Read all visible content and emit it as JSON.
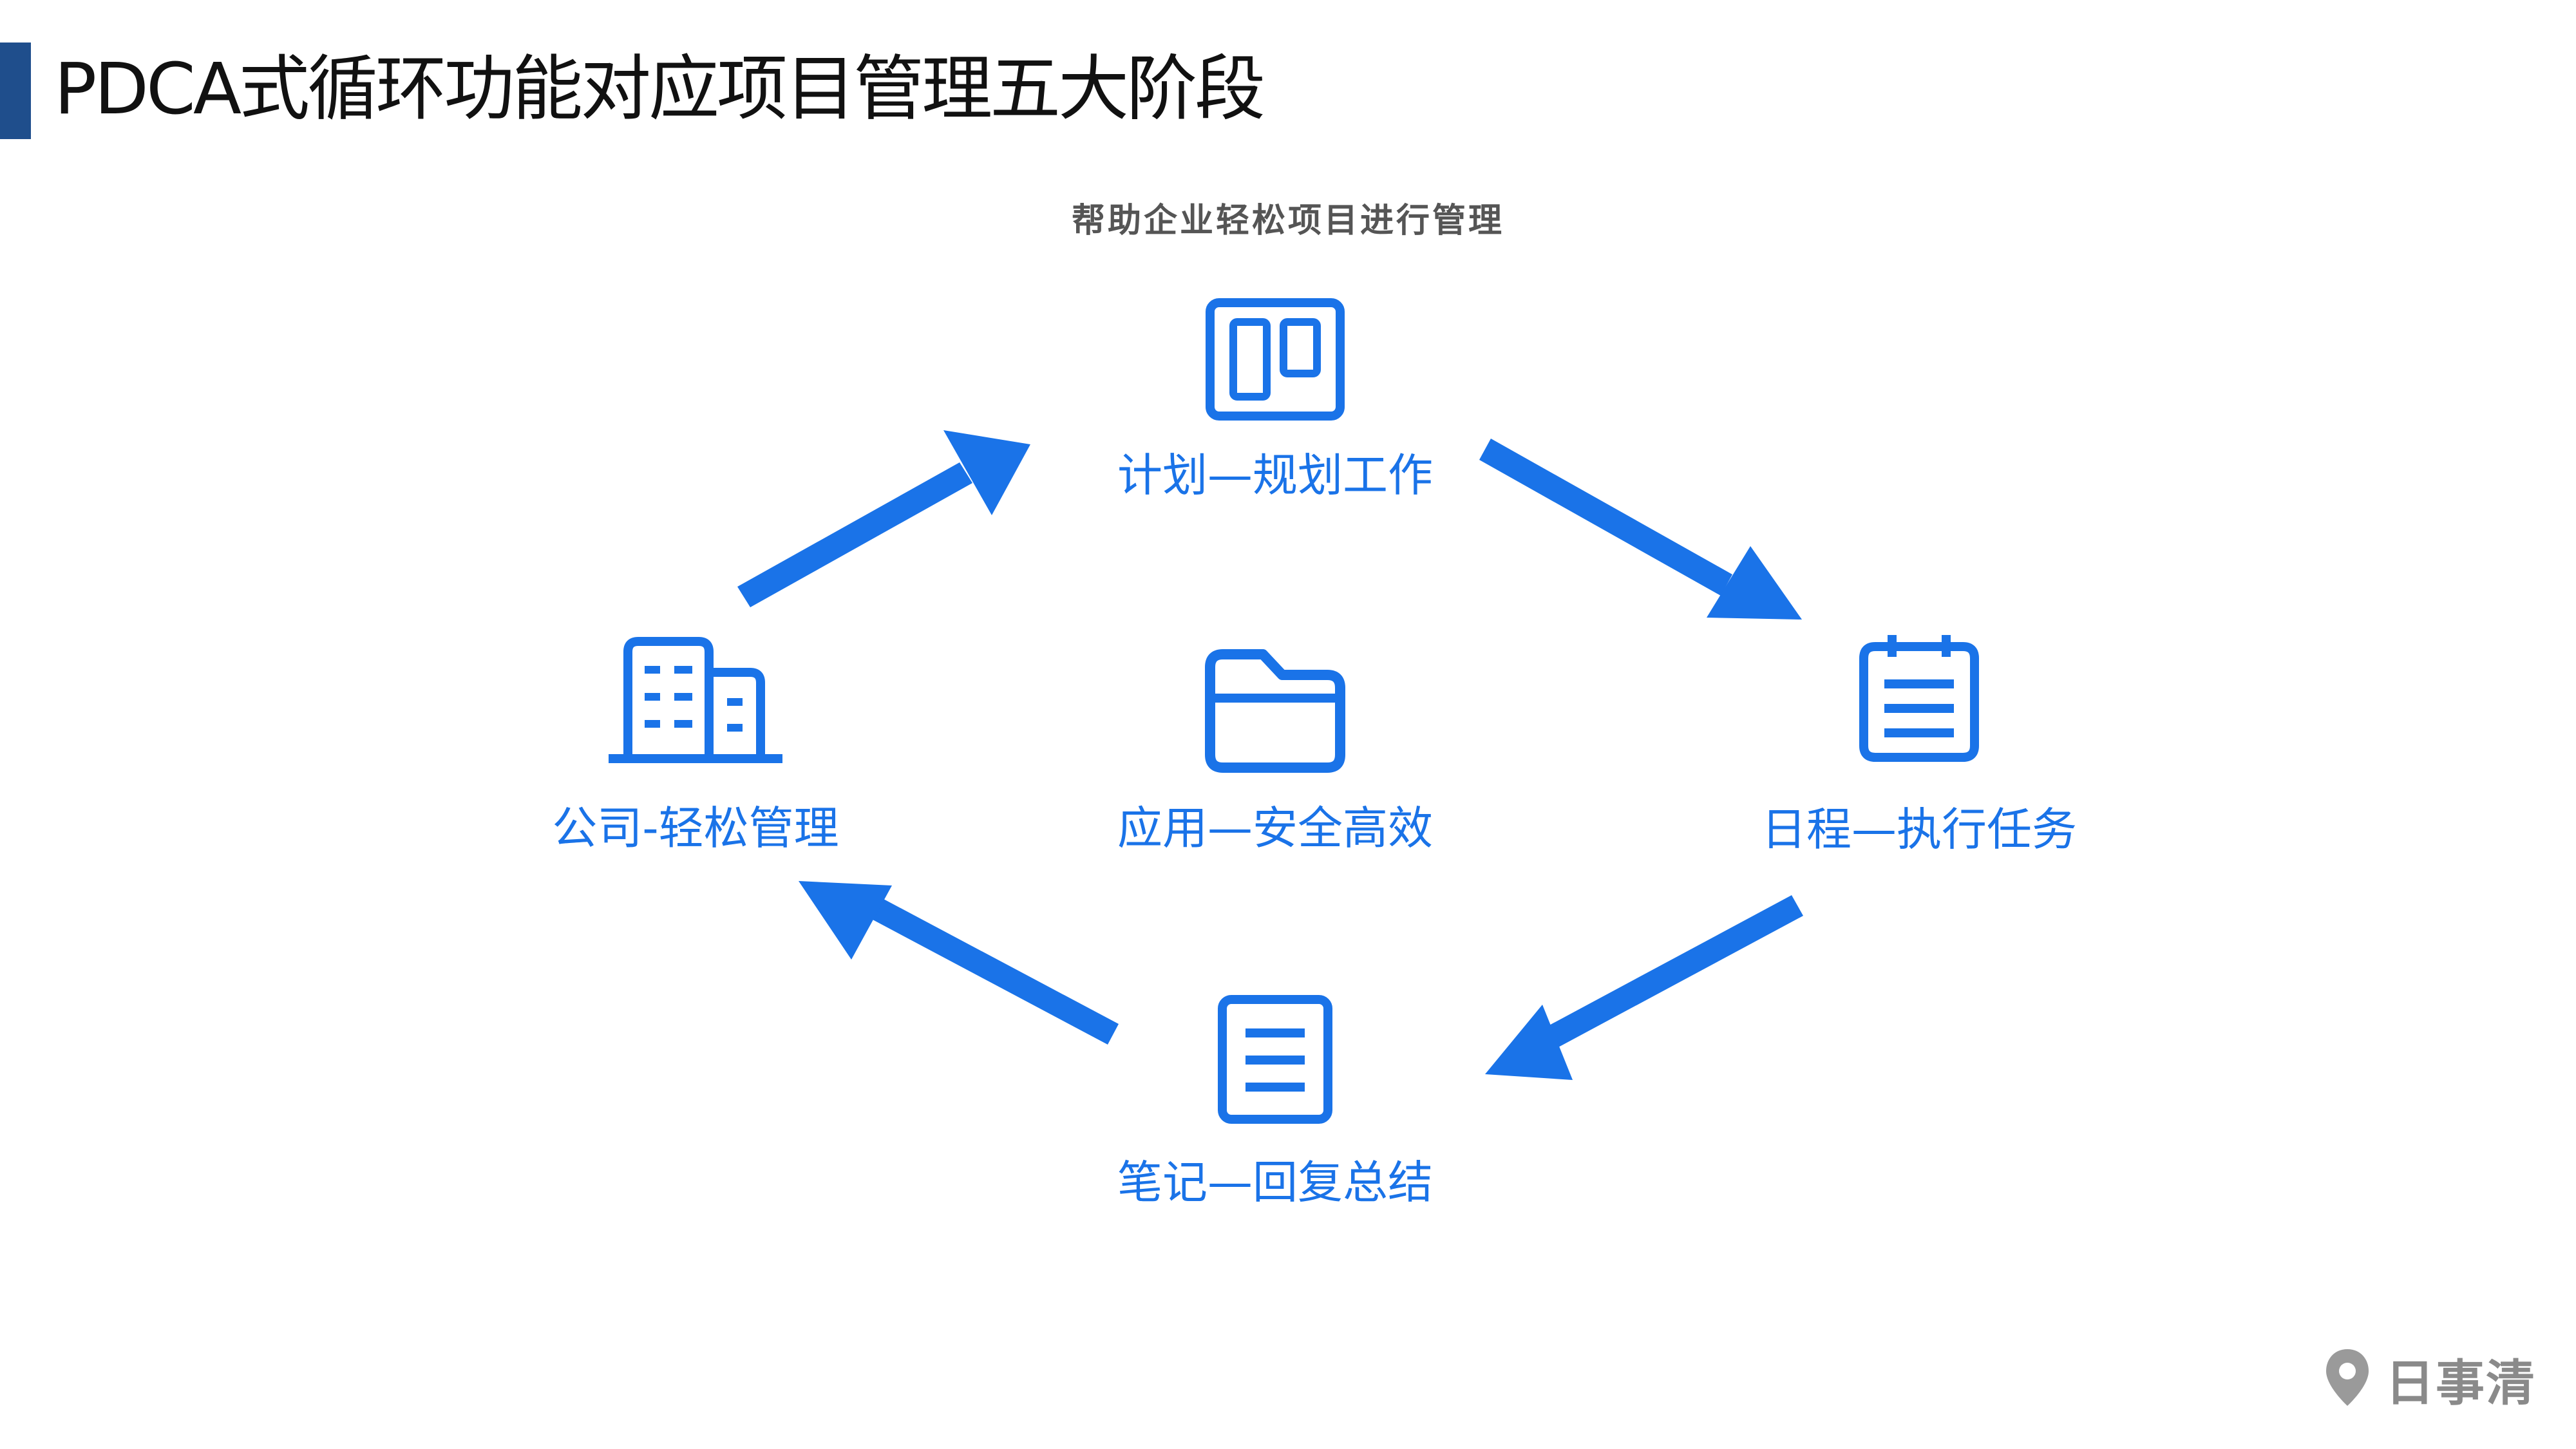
{
  "title": "PDCA式循环功能对应项目管理五大阶段",
  "subtitle": "帮助企业轻松项目进行管理",
  "colors": {
    "accent": "#1a73e8",
    "title_bar": "#1f4e8c",
    "title_text": "#111111",
    "subtitle_text": "#555555",
    "brand_gray": "#8a8a8a"
  },
  "nodes": {
    "plan": {
      "label": "计划—规划工作",
      "icon": "kanban-board-icon"
    },
    "schedule": {
      "label": "日程—执行任务",
      "icon": "calendar-icon"
    },
    "notes": {
      "label": "笔记—回复总结",
      "icon": "document-icon"
    },
    "company": {
      "label": "公司-轻松管理",
      "icon": "building-icon"
    },
    "app": {
      "label": "应用—安全高效",
      "icon": "folder-icon"
    }
  },
  "brand": {
    "name": "日事清",
    "icon": "location-pin-icon"
  }
}
